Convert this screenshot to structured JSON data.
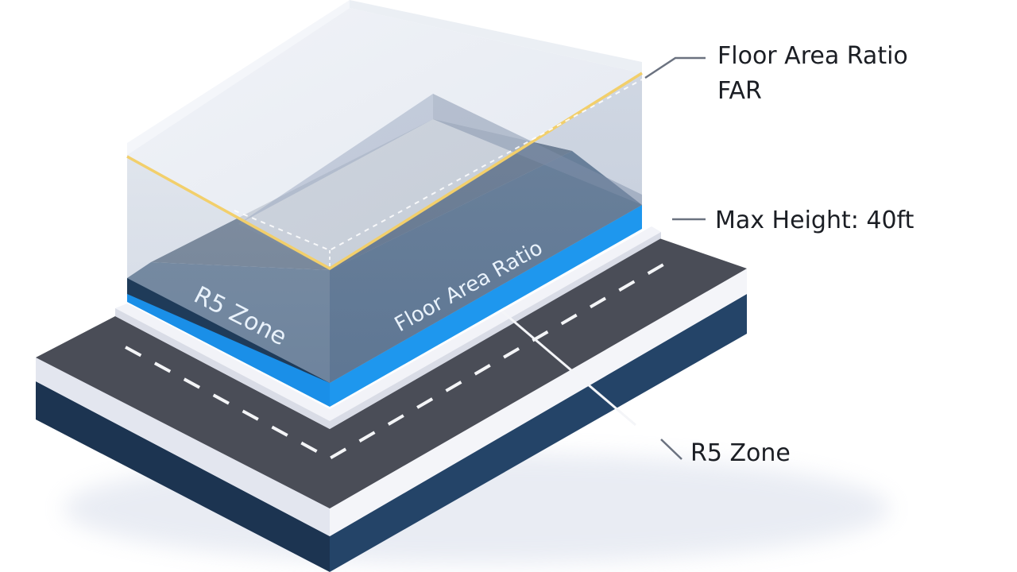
{
  "callouts": {
    "far_line1": "Floor Area Ratio",
    "far_line2": "FAR",
    "max_height": "Max Height: 40ft",
    "zone": "R5 Zone"
  },
  "building_labels": {
    "left_face": "R5 Zone",
    "right_face": "Floor Area Ratio"
  },
  "colors": {
    "road": "#4a4d57",
    "road_base": "#1e3a5c",
    "sidewalk": "#e7e9f1",
    "building_dark": "#22405e",
    "building_side_left": "#1d3650",
    "accent_blue": "#1e8ee6",
    "height_limit_line": "#f2cf6b",
    "glass_volume": "#cdd5e3"
  }
}
